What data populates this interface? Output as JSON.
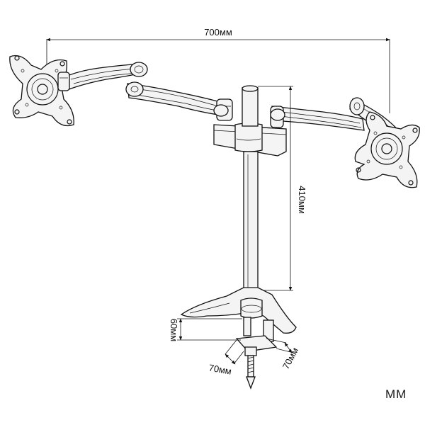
{
  "dimensions": {
    "total_width": "700мм",
    "pole_height": "410мм",
    "clamp_depth": "60мм",
    "clamp_width_a": "70мм",
    "clamp_width_b": "70мм"
  },
  "unit_label": "MM"
}
